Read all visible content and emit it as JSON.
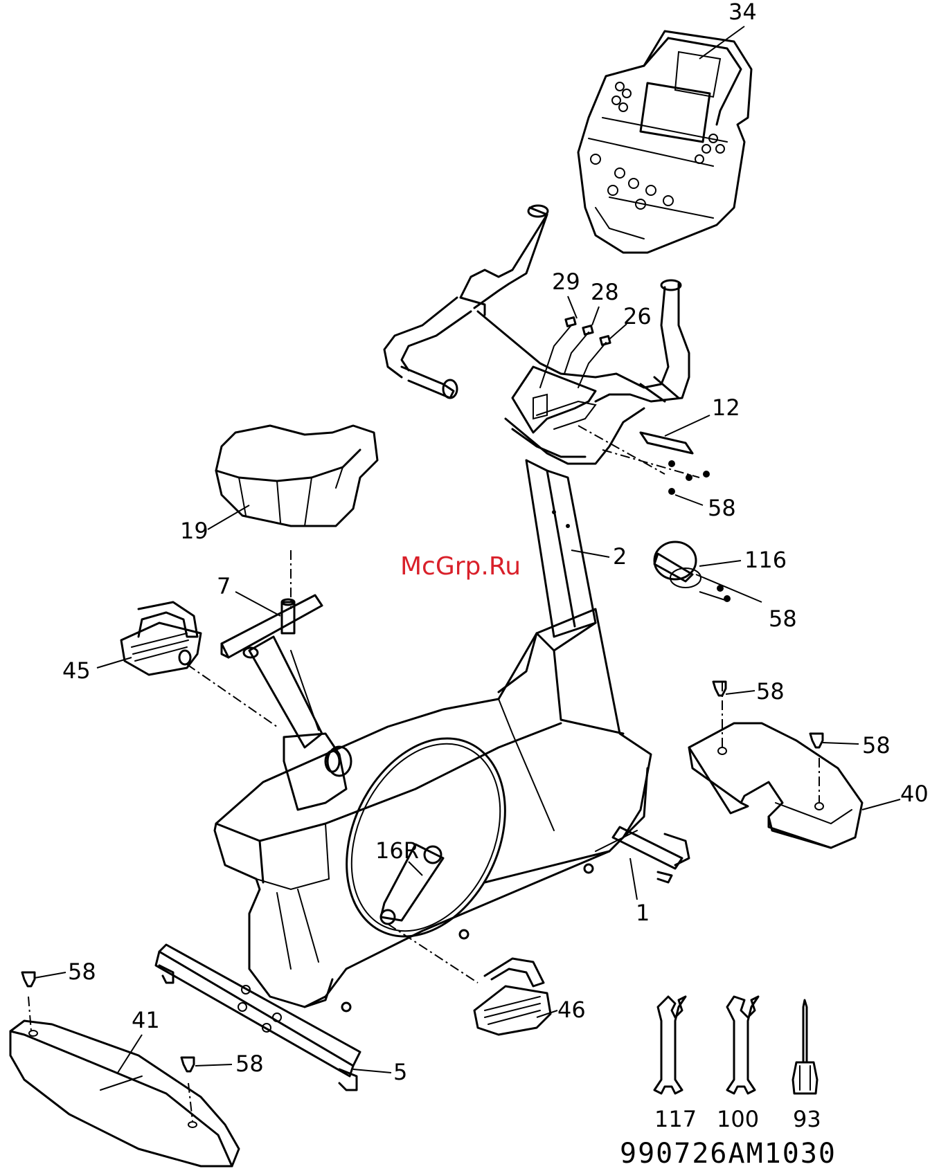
{
  "watermark": "McGrp.Ru",
  "drawing_code": "990726AM1030",
  "callouts": {
    "c34": "34",
    "c29": "29",
    "c28": "28",
    "c26": "26",
    "c12": "12",
    "c58_bracket": "58",
    "c19": "19",
    "c2": "2",
    "c116": "116",
    "c58_knob": "58",
    "c7": "7",
    "c45": "45",
    "c58_r1": "58",
    "c58_r2": "58",
    "c40": "40",
    "c16r": "16R",
    "c1": "1",
    "c58_l1": "58",
    "c41": "41",
    "c46": "46",
    "c58_l2": "58",
    "c5": "5",
    "c117": "117",
    "c100": "100",
    "c93": "93"
  },
  "colors": {
    "line": "#000000",
    "watermark": "#d9202a",
    "background": "#ffffff"
  }
}
